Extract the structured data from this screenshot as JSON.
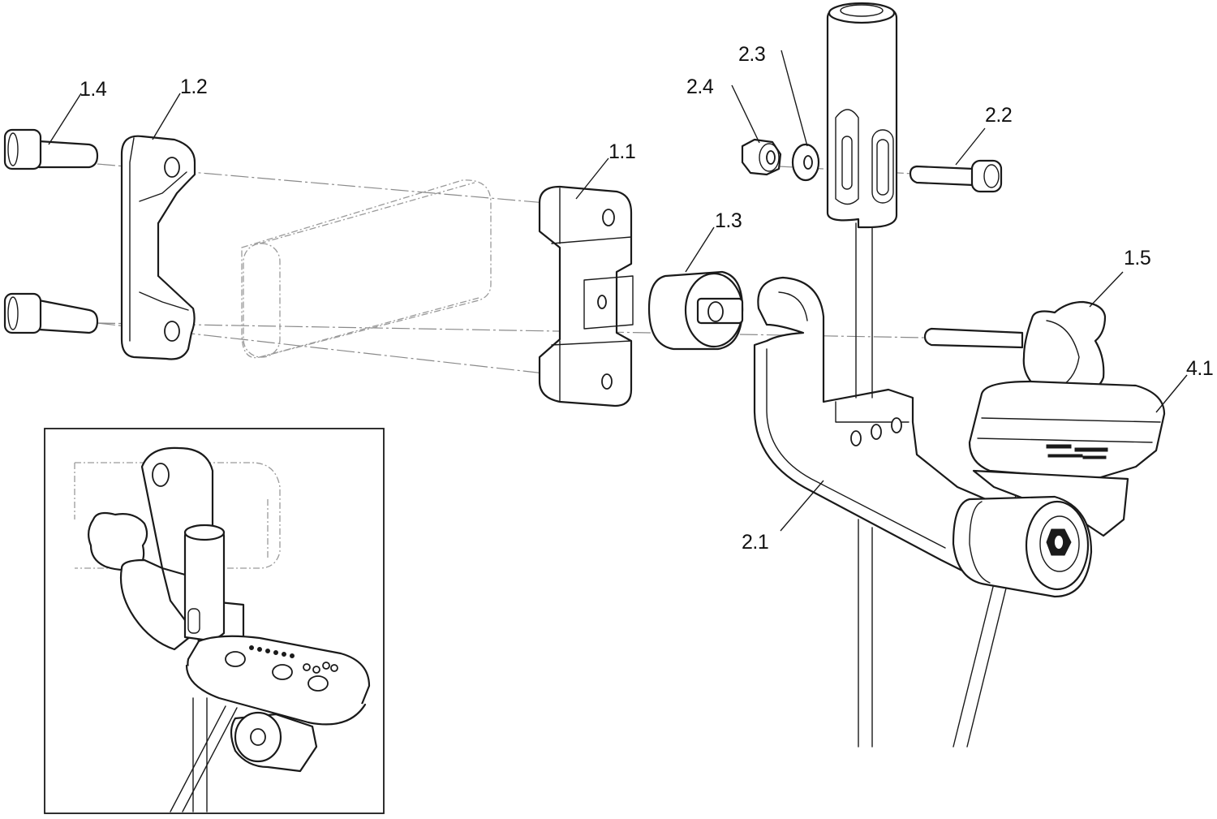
{
  "diagram": {
    "callouts": {
      "c_1_4": "1.4",
      "c_1_2": "1.2",
      "c_1_1": "1.1",
      "c_1_3": "1.3",
      "c_2_4": "2.4",
      "c_2_3": "2.3",
      "c_2_2": "2.2",
      "c_1_5": "1.5",
      "c_4_1": "4.1",
      "c_2_1": "2.1"
    },
    "colors": {
      "line": "#1a1a1a",
      "ghost": "#9a9a9a",
      "background": "#ffffff"
    }
  }
}
